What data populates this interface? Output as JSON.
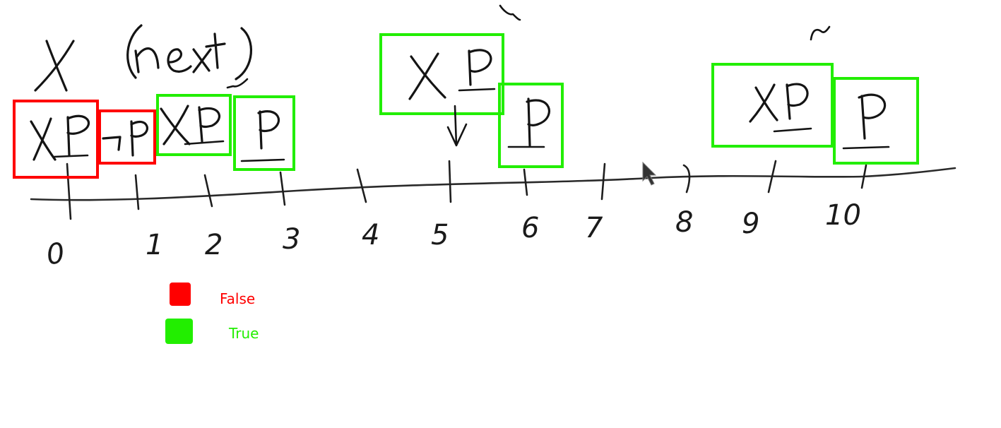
{
  "diagram": {
    "colors": {
      "ink": "#141414",
      "false": "#ff0000",
      "true": "#22ee00"
    },
    "tick_labels": [
      "0",
      "1",
      "2",
      "3",
      "4",
      "5",
      "6",
      "7",
      "8",
      "9",
      "10"
    ],
    "boxes": [
      {
        "content": "XP",
        "truth": "false",
        "position": 0
      },
      {
        "content": "¬P",
        "truth": "false",
        "position": 1
      },
      {
        "content": "XP",
        "truth": "true",
        "position": 2
      },
      {
        "content": "P",
        "truth": "true",
        "position": 3
      },
      {
        "content": "XP",
        "truth": "true",
        "position": 5
      },
      {
        "content": "P",
        "truth": "true",
        "position": 6
      },
      {
        "content": "XP",
        "truth": "true",
        "position": 9
      },
      {
        "content": "P",
        "truth": "true",
        "position": 10
      }
    ]
  },
  "legend": {
    "items": [
      {
        "label": "False",
        "color": "#ff0000"
      },
      {
        "label": "True",
        "color": "#22ee00"
      }
    ]
  }
}
